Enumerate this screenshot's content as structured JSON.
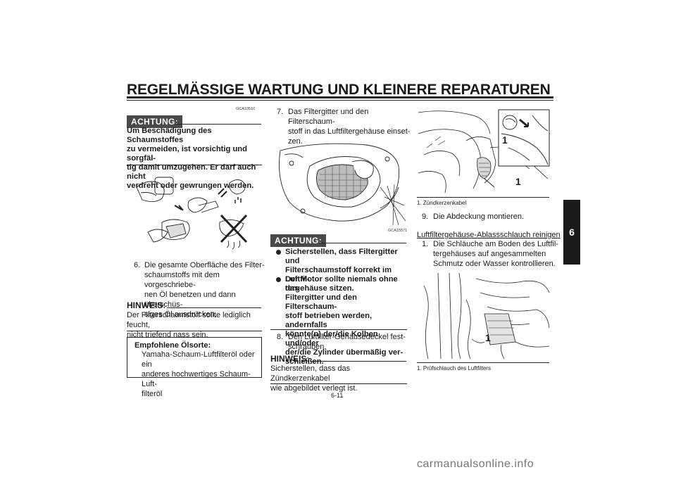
{
  "header": {
    "title": "REGELMÄSSIGE WARTUNG UND KLEINERE REPARATUREN"
  },
  "chapter_tab": "6",
  "left": {
    "achtung_label": "ACHTUNG:",
    "achtung_code": "GCA10510",
    "achtung_lines": [
      "Um Beschädigung des Schaumstoffes",
      "zu vermeiden, ist vorsichtig und sorgfäl-",
      "tig damit umzugehen. Er darf auch nicht",
      "verdreht oder gewrungen werden."
    ],
    "step6_num": "6.",
    "step6_lines": [
      "Die gesamte Oberfläche des Filter-",
      "schaumstoffs mit dem vorgeschriebe-",
      "nen Öl benetzen und dann überschüs-",
      "siges Öl ausdrücken."
    ],
    "hinweis_label": "HINWEIS:",
    "hinweis_lines": [
      "Der Filterschaumstoff sollte lediglich feucht,",
      "nicht triefend nass sein."
    ],
    "oil_box_title": "Empfohlene Ölsorte:",
    "oil_box_lines": [
      "Yamaha-Schaum-Luftfilteröl oder ein",
      "anderes hochwertiges Schaum-Luft-",
      "filteröl"
    ]
  },
  "middle": {
    "step7_num": "7.",
    "step7_lines": [
      "Das Filtergitter und den Filterschaum-",
      "stoff in das Luftfiltergehäuse einset-",
      "zen."
    ],
    "fig_code": "GCA15571",
    "achtung_label": "ACHTUNG:",
    "bullet1_lines": [
      "Sicherstellen, dass Filtergitter und",
      "Filterschaumstoff korrekt im Luftfil-",
      "tergehäuse sitzen."
    ],
    "bullet2_lines": [
      "Der Motor sollte niemals ohne das",
      "Filtergitter und den Filterschaum-",
      "stoff betrieben werden, andernfalls",
      "könnte(n) der/die Kolben und/oder",
      "der/die Zylinder übermäßig ver-",
      "schleißen."
    ],
    "step8_num": "8.",
    "step8_lines": [
      "Den Luftfilter-Gehäusedeckel fest-",
      "schrauben."
    ],
    "hinweis_label": "HINWEIS:",
    "hinweis_lines": [
      "Sicherstellen, dass das Zündkerzenkabel",
      "wie abgebildet verlegt ist."
    ]
  },
  "right": {
    "callout_1": "1",
    "callout_2": "1",
    "caption1": "1.  Zündkerzenkabel",
    "step9_num": "9.",
    "step9_text": "Die Abdeckung montieren.",
    "section_heading": "Luftfiltergehäuse-Ablassschlauch reinigen",
    "step1_num": "1.",
    "step1_lines": [
      "Die Schläuche am Boden des Luftfil-",
      "tergehäuses auf angesammelten",
      "Schmutz oder Wasser kontrollieren."
    ],
    "callout_3": "1",
    "caption2": "1.  Prüfschlauch des Luftfilters"
  },
  "footer": {
    "page_number": "6-11",
    "watermark": "carmanualsonline.info"
  }
}
